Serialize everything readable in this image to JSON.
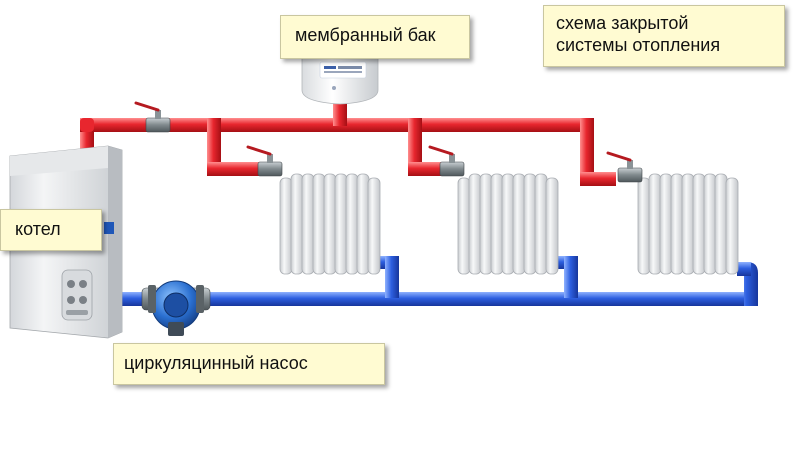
{
  "labels": {
    "tank": "мембранный бак",
    "scheme_line1": "схема закрытой",
    "scheme_line2": "системы отопления",
    "boiler": "котел",
    "pump": "циркуляцинный насос"
  },
  "colors": {
    "supply_pipe": "#e8262e",
    "return_pipe": "#2d5fe0",
    "label_bg": "#fffbd2",
    "radiator": "#e9ebee",
    "valve": "#8a9397"
  },
  "icons": {
    "tank": "expansion-tank-icon",
    "boiler": "boiler-icon",
    "pump": "circulation-pump-icon",
    "radiator": "radiator-icon",
    "valve": "ball-valve-icon"
  }
}
